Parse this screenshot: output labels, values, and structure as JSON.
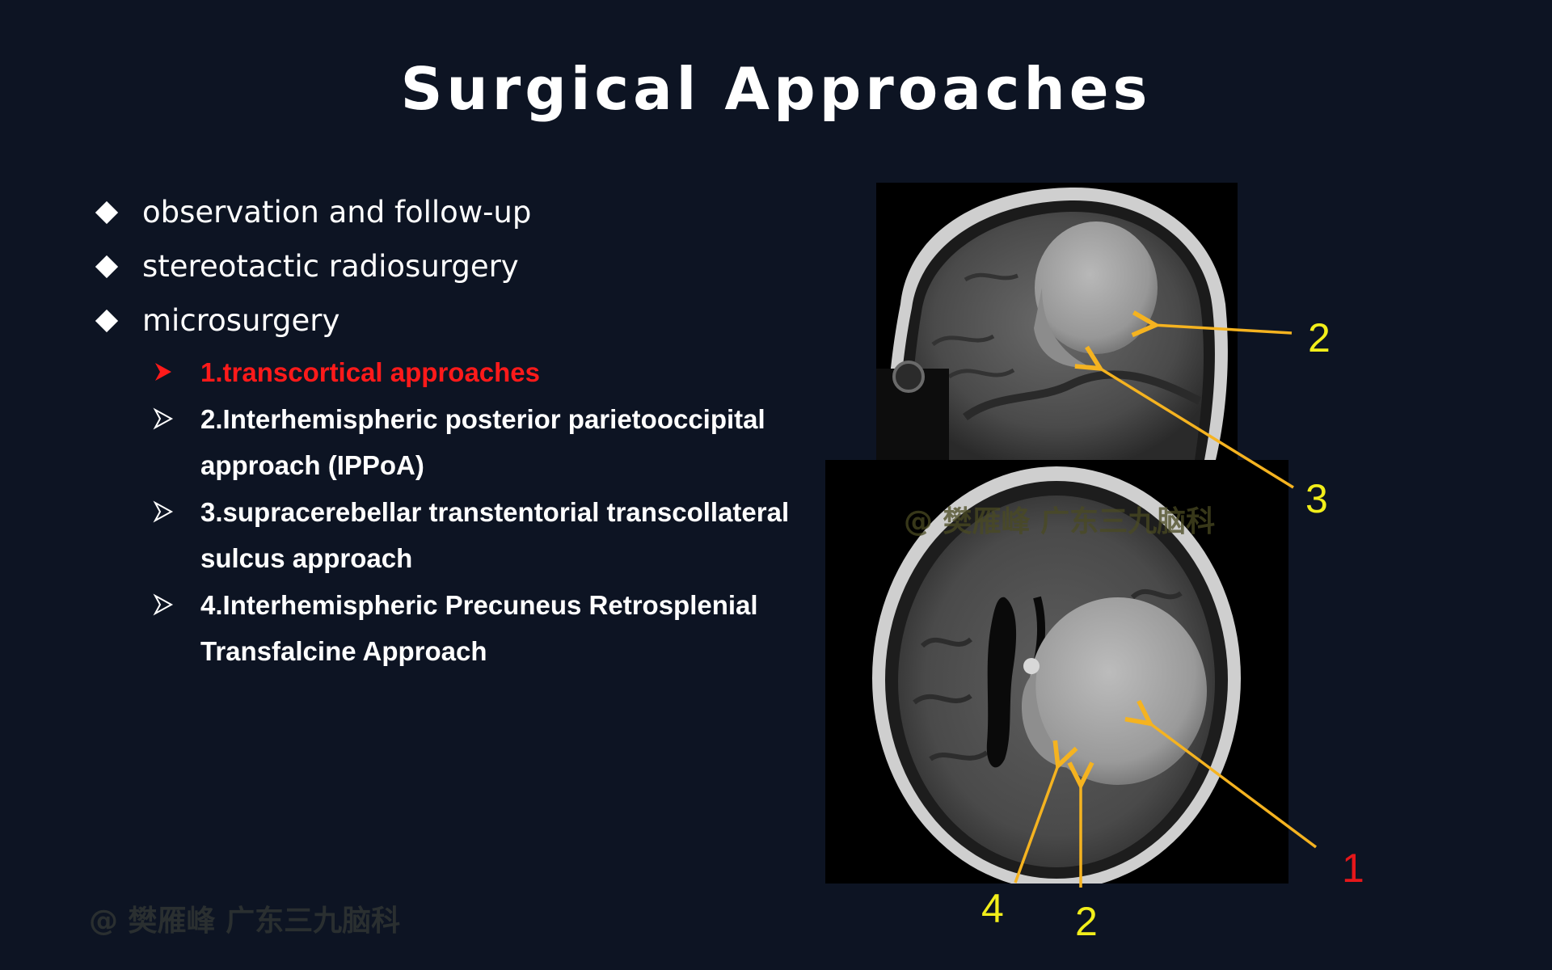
{
  "slide": {
    "title": "Surgical Approaches",
    "bullets": [
      {
        "text": "observation and follow-up"
      },
      {
        "text": "stereotactic radiosurgery"
      },
      {
        "text": "microsurgery"
      }
    ],
    "sub_items": [
      {
        "lines": [
          "1.transcortical approaches"
        ],
        "color": "#ff1a1a"
      },
      {
        "lines": [
          "2.Interhemispheric posterior parietooccipital",
          "approach (IPPoA)"
        ],
        "color": "#ffffff"
      },
      {
        "lines": [
          "3.supracerebellar transtentorial transcollateral",
          "sulcus approach"
        ],
        "color": "#ffffff"
      },
      {
        "lines": [
          "4.Interhemispheric Precuneus Retrosplenial",
          "Transfalcine Approach"
        ],
        "color": "#ffffff"
      }
    ],
    "watermark": "@ 樊雁峰 广东三九脑科"
  },
  "figure": {
    "labels": {
      "top_2": "2",
      "top_3": "3",
      "bottom_1": "1",
      "bottom_4": "4",
      "bottom_2": "2"
    },
    "colors": {
      "arrow": "#f5b320",
      "label_yellow": "#f2ee1a",
      "label_red": "#e5171a",
      "background": "#0d1423"
    }
  }
}
